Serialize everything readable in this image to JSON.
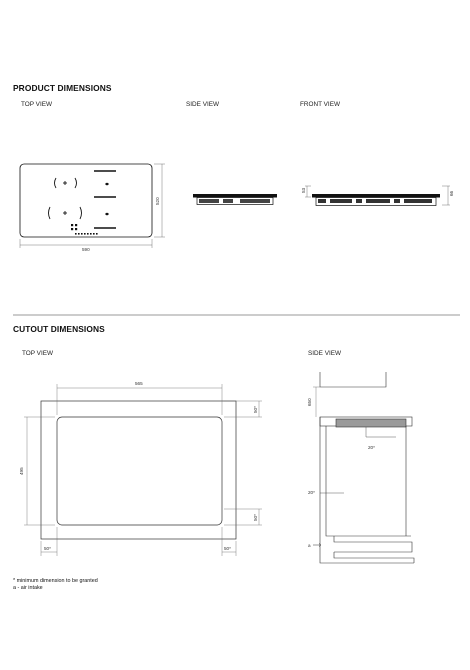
{
  "product": {
    "heading": "PRODUCT DIMENSIONS",
    "views": {
      "top": "TOP VIEW",
      "side": "SIDE VIEW",
      "front": "FRONT VIEW"
    },
    "dims": {
      "width": "590",
      "depth": "520",
      "front_height_left": "53",
      "front_height_right": "66"
    }
  },
  "cutout": {
    "heading": "CUTOUT DIMENSIONS",
    "views": {
      "top": "TOP VIEW",
      "side": "SIDE VIEW"
    },
    "dims": {
      "width": "565",
      "depth": "495",
      "min_top": "50*",
      "min_bottom": "50*",
      "min_left": "50*",
      "min_right": "50*",
      "side_clear": "650",
      "side_gap_top": "20*",
      "side_gap_mid": "20*",
      "air_label": "a"
    }
  },
  "notes": {
    "line1": "* minimum dimension to be granted",
    "line2": "a - air intake"
  }
}
